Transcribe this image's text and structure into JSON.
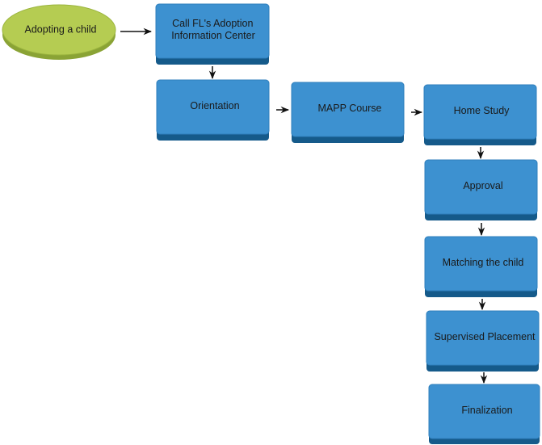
{
  "start_node": {
    "label": "Adopting a child"
  },
  "steps": [
    {
      "lines": [
        "Call FL's Adoption",
        "Information Center"
      ]
    },
    {
      "lines": [
        "Orientation"
      ]
    },
    {
      "lines": [
        "MAPP Course"
      ]
    },
    {
      "lines": [
        "Home Study"
      ]
    },
    {
      "lines": [
        "Approval"
      ]
    },
    {
      "lines": [
        "Matching the child"
      ]
    },
    {
      "lines": [
        "Supervised Placement"
      ]
    },
    {
      "lines": [
        "Finalization"
      ]
    }
  ],
  "colors": {
    "box_fill": "#3d91d0",
    "box_edge": "#1e6aa0",
    "box_shadow": "#155a8a",
    "ellipse_fill": "#b5cc52",
    "ellipse_edge": "#8aa335",
    "arrow": "#111111"
  }
}
